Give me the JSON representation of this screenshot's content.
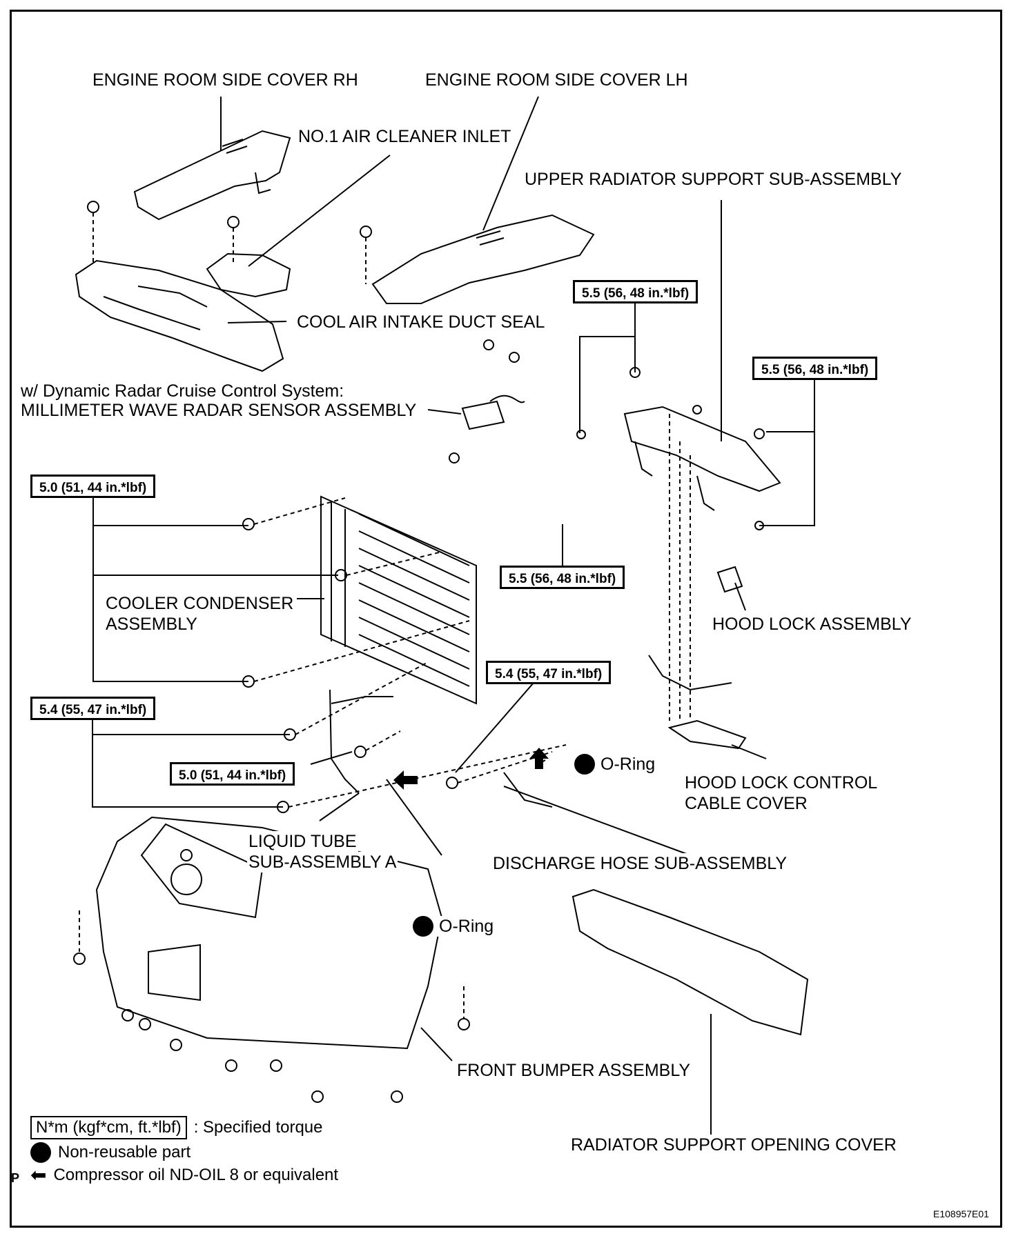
{
  "labels": {
    "engine_cover_rh": "ENGINE ROOM SIDE COVER RH",
    "engine_cover_lh": "ENGINE ROOM SIDE COVER LH",
    "air_cleaner_inlet": "NO.1 AIR CLEANER INLET",
    "upper_radiator_support": "UPPER RADIATOR SUPPORT SUB-ASSEMBLY",
    "cool_air_duct_seal": "COOL AIR INTAKE DUCT SEAL",
    "radar_line1": "w/ Dynamic Radar Cruise Control System:",
    "radar_line2": "MILLIMETER WAVE RADAR SENSOR ASSEMBLY",
    "cooler_condenser_1": "COOLER CONDENSER",
    "cooler_condenser_2": "ASSEMBLY",
    "hood_lock": "HOOD LOCK ASSEMBLY",
    "hood_cable_1": "HOOD LOCK CONTROL",
    "hood_cable_2": "CABLE COVER",
    "liquid_tube_1": "LIQUID TUBE",
    "liquid_tube_2": "SUB-ASSEMBLY A",
    "discharge_hose": "DISCHARGE HOSE SUB-ASSEMBLY",
    "front_bumper": "FRONT BUMPER ASSEMBLY",
    "radiator_cover": "RADIATOR SUPPORT OPENING COVER",
    "oring": "O-Ring"
  },
  "torques": {
    "t1": "5.5 (56, 48 in.*lbf)",
    "t2": "5.5 (56, 48 in.*lbf)",
    "t3": "5.0 (51, 44 in.*lbf)",
    "t4": "5.5 (56, 48 in.*lbf)",
    "t5": "5.4 (55, 47 in.*lbf)",
    "t6": "5.4 (55, 47 in.*lbf)",
    "t7": "5.0 (51, 44 in.*lbf)"
  },
  "legend": {
    "torque_box": "N*m (kgf*cm, ft.*lbf)",
    "torque_text": ": Specified torque",
    "nonreusable": "Non-reusable part",
    "oil": "Compressor oil ND-OIL 8 or equivalent",
    "p_mark": "P"
  },
  "figure_code": "E108957E01"
}
